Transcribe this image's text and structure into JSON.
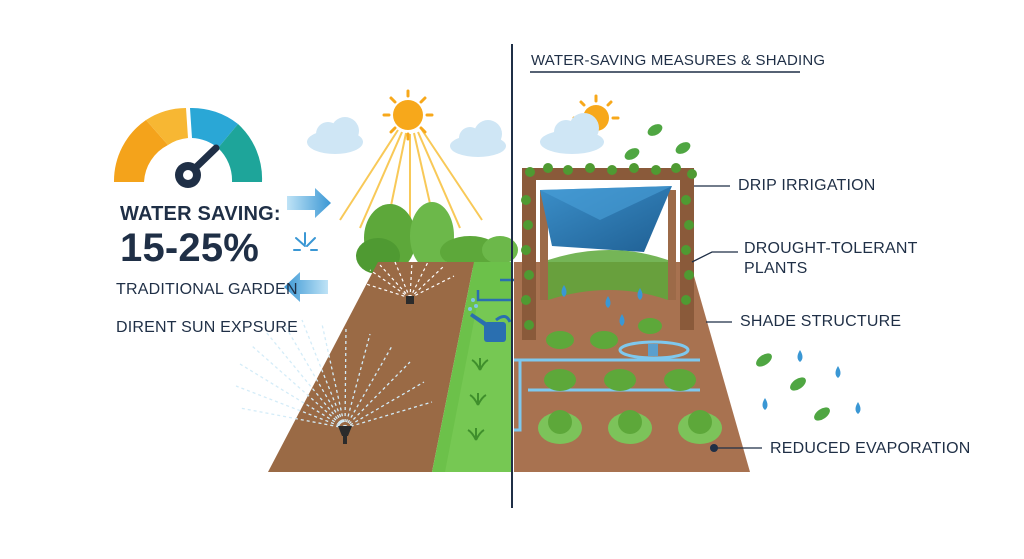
{
  "left": {
    "water_saving_label": "WATER SAVING:",
    "water_saving_value": "15-25%",
    "traditional_garden": "TRADITIONAL GARDEN",
    "direct_sun": "DIRENT SUN EXPSURE"
  },
  "right": {
    "header": "WATER-SAVING MEASURES & SHADING",
    "drip_irrigation": "DRIP IRRIGATION",
    "drought_tolerant_line1": "DROUGHT-TOLERANT",
    "drought_tolerant_line2": "PLANTS",
    "shade_structure": "SHADE STRUCTURE",
    "reduced_evaporation": "REDUCED EVAPORATION"
  },
  "colors": {
    "text": "#1f2f46",
    "gauge_orange": "#f4a31b",
    "gauge_blue": "#2aa7d6",
    "gauge_teal": "#1ea59a",
    "soil": "#9a6a45",
    "grass": "#6cc14a",
    "sun": "#f7a81b",
    "shade_sail": "#2f7fb8",
    "arrow_blue": "#3a97d4"
  },
  "icons": [
    "gauge-icon",
    "sun-icon",
    "cloud-icon",
    "sprinkler-icon",
    "watering-can-icon",
    "leaf-icon",
    "water-drop-icon",
    "arrow-right-icon",
    "arrow-left-icon"
  ]
}
